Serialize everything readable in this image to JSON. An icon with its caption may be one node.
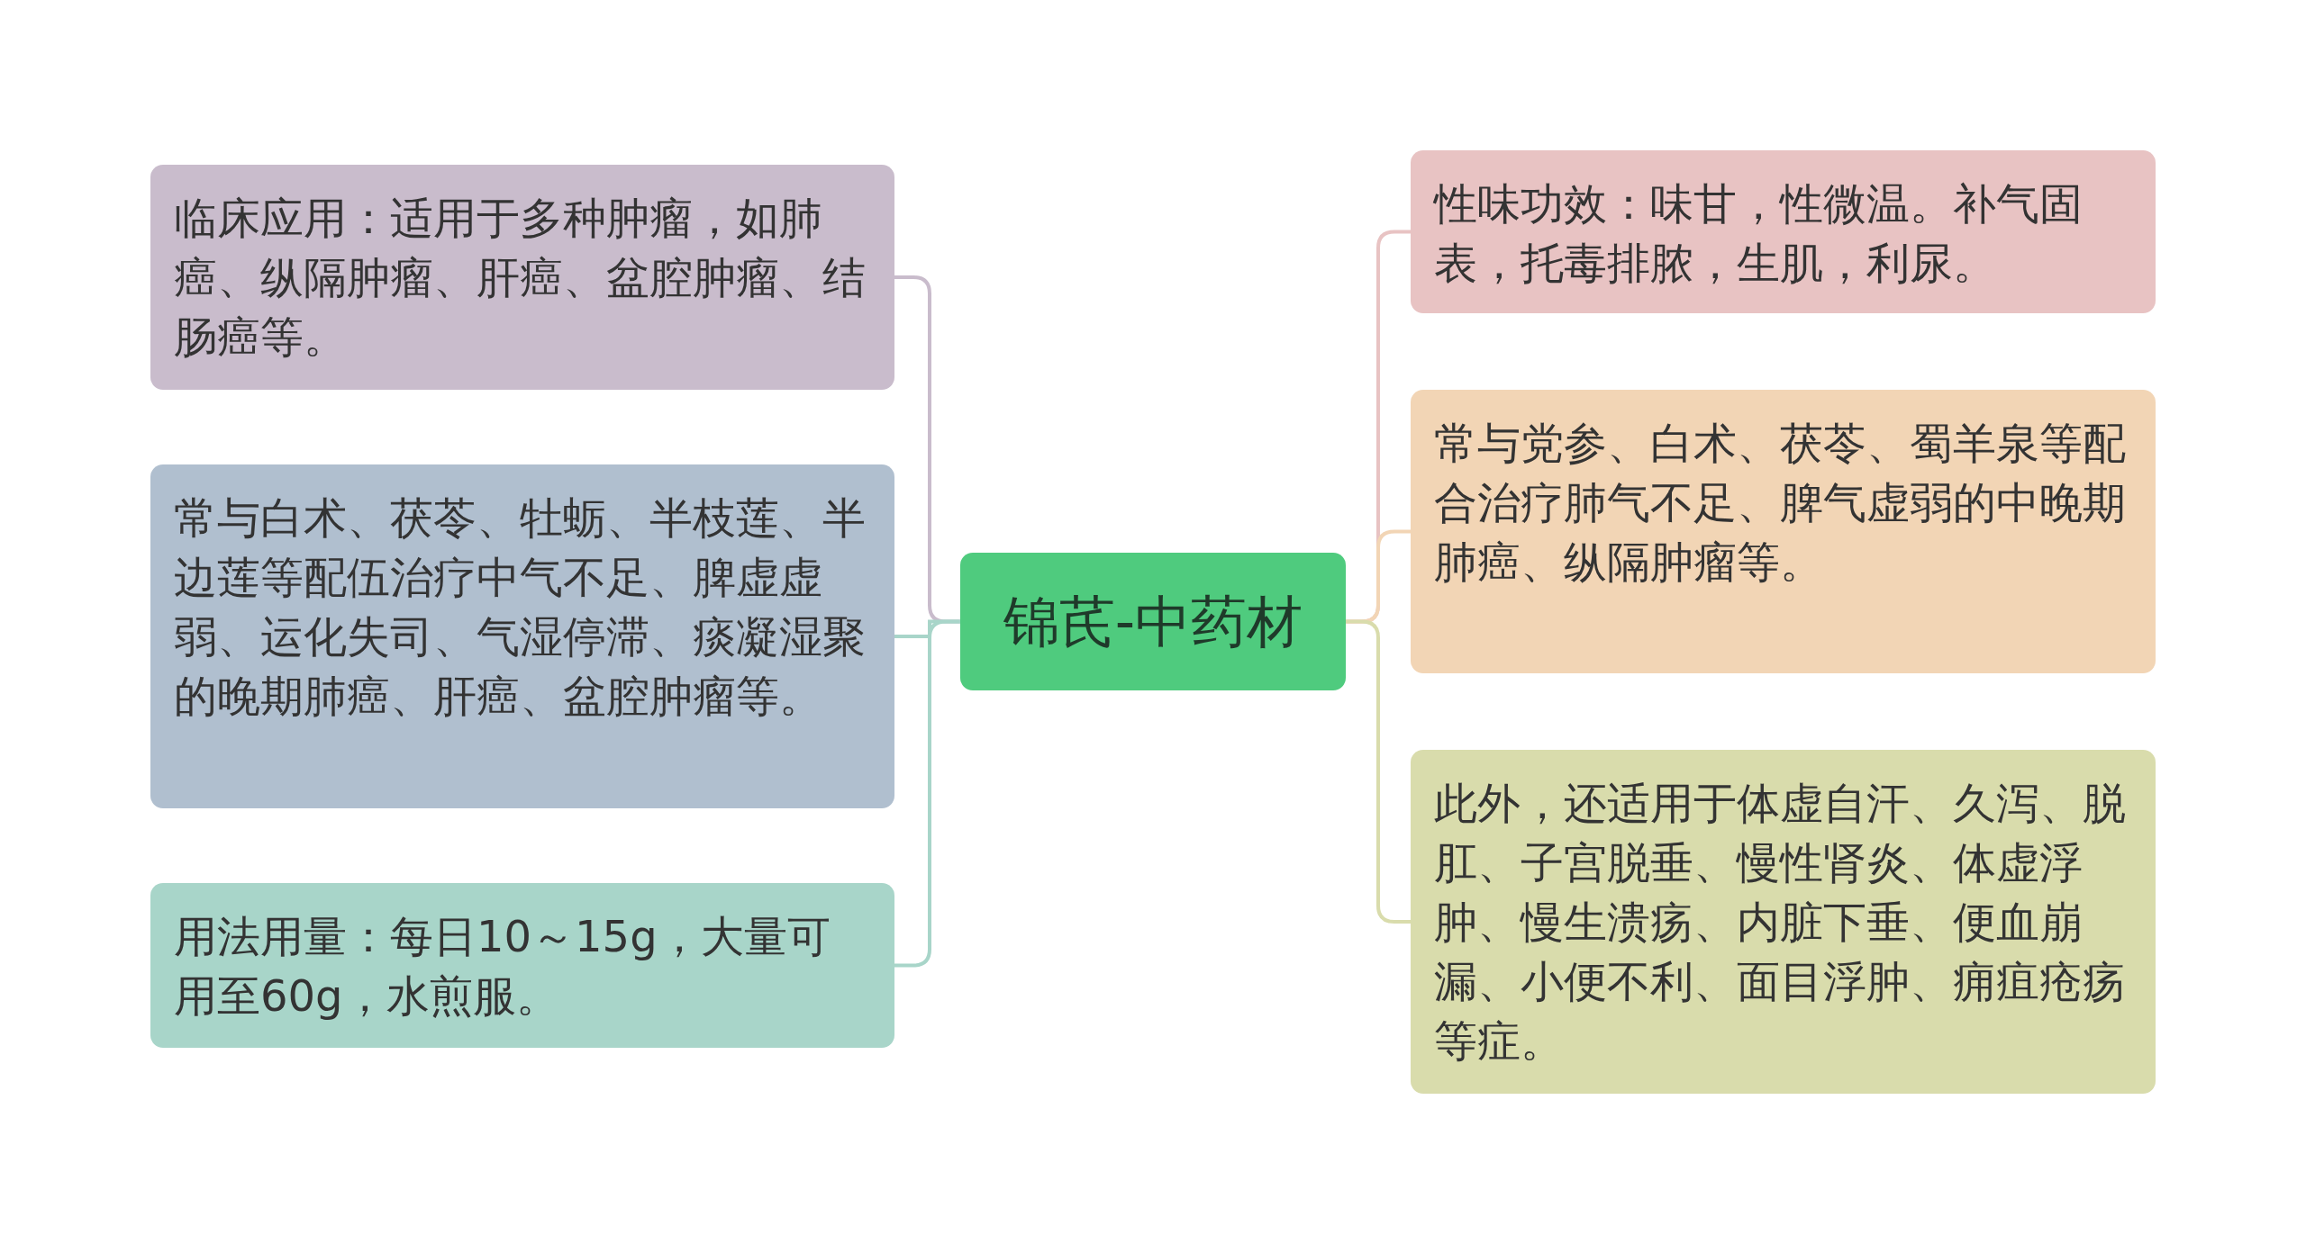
{
  "diagram": {
    "nodes": [
      {
        "text": [
          "锦芪-中药材"
        ]
      },
      {
        "text": [
          "临床应用：适用于多种肿瘤，如肺癌、纵隔肿瘤、肝癌、盆腔肿瘤、结肠癌等。"
        ]
      },
      {
        "text": [
          "常与白术、茯苓、牡蛎、半枝莲、半边莲等配伍治疗中气不足、脾虚虚弱、运化失司、气湿停滞、痰凝湿聚的晚期肺癌、肝癌、盆腔肿瘤等。"
        ]
      },
      {
        "text": [
          "用法用量：每日10～15g，大量可用至60g，水煎服。"
        ]
      },
      {
        "text": [
          "性味功效：味甘，性微温。补气固表，托毒排脓，生肌，利尿。"
        ]
      },
      {
        "text": [
          "常与党参、白术、茯苓、蜀羊泉等配合治疗肺气不足、脾气虚弱的中晚期肺癌、纵隔肿瘤等。"
        ]
      },
      {
        "text": [
          "此外，还适用于体虚自汗、久泻、脱肛、子宫脱垂、慢性肾炎、体虚浮肿、慢生溃疡、内脏下垂、便血崩漏、小便不利、面目浮肿、痈疽疮疡等症。"
        ]
      }
    ],
    "edges": [
      {
        "from": 0,
        "to": 1,
        "arrow": "none",
        "color": "#c9bccc"
      },
      {
        "from": 0,
        "to": 2,
        "arrow": "none",
        "color": "#a8d5c9"
      },
      {
        "from": 0,
        "to": 3,
        "arrow": "none",
        "color": "#a8d5c9"
      },
      {
        "from": 0,
        "to": 4,
        "arrow": "none",
        "color": "#e8c3c3"
      },
      {
        "from": 0,
        "to": 5,
        "arrow": "none",
        "color": "#f2d5b5"
      },
      {
        "from": 0,
        "to": 6,
        "arrow": "none",
        "color": "#d9dcac"
      }
    ]
  }
}
